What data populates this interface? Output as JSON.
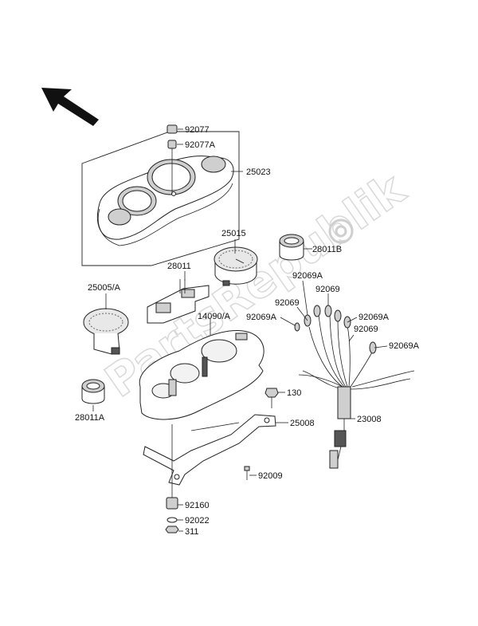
{
  "labels": {
    "p92077": "92077",
    "p92077a": "92077A",
    "p25023": "25023",
    "p25015": "25015",
    "p28011b": "28011B",
    "p28011": "28011",
    "p25005a": "25005/A",
    "p92069a_1": "92069A",
    "p92069_1": "92069",
    "p92069_2": "92069",
    "p92069a_2": "92069A",
    "p92069a_3": "92069A",
    "p92069_3": "92069",
    "p92069a_4": "92069A",
    "p14090a": "14090/A",
    "p130": "130",
    "p28011a": "28011A",
    "p25008": "25008",
    "p23008": "23008",
    "p92009": "92009",
    "p92160": "92160",
    "p92022": "92022",
    "p311": "311"
  },
  "watermark": "PartsRepublik",
  "icons": {
    "direction_arrow": "front-arrow-icon",
    "gear": "gear-icon"
  }
}
